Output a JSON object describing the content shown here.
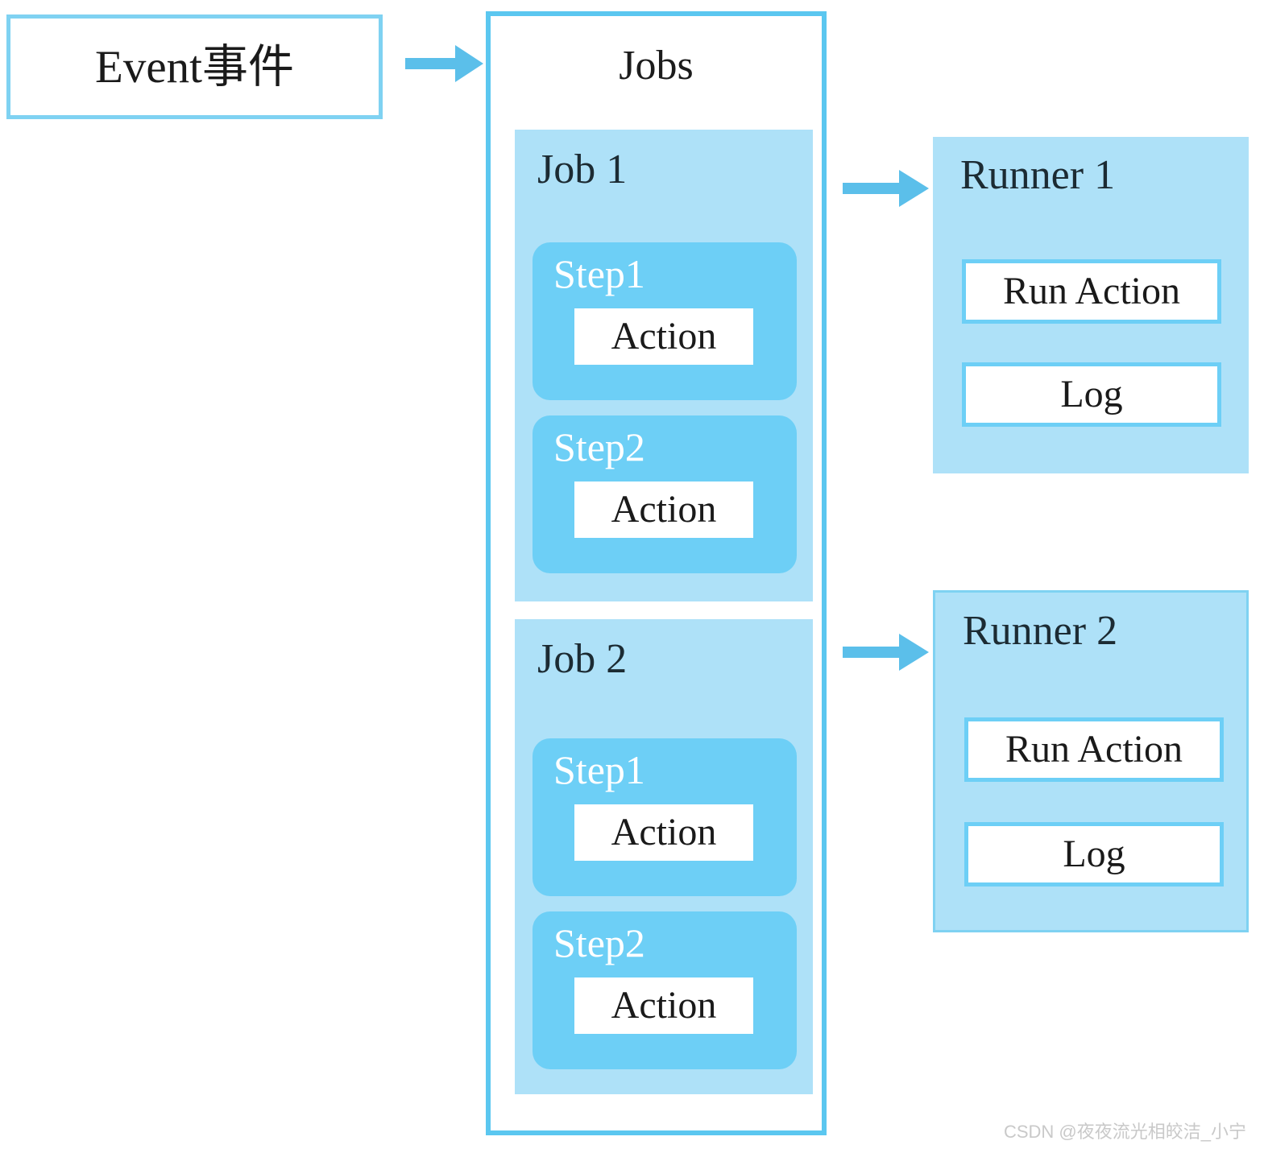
{
  "diagram": {
    "title": "GitHub Actions workflow: Event triggers Jobs which dispatch to Runners",
    "colors": {
      "outline_blue": "#7FD2F2",
      "jobs_border_blue": "#5BC7F0",
      "job_fill_light_blue": "#AEE1F8",
      "step_fill_blue": "#6DCFF6",
      "arrow_blue": "#5BBFEA",
      "white": "#FFFFFF",
      "text_dark": "#1A1A1A",
      "watermark_gray": "#C9C9C9"
    }
  },
  "event": {
    "label": "Event事件"
  },
  "arrows": [
    {
      "name": "event-to-jobs",
      "icon": "arrow-right-icon"
    },
    {
      "name": "job1-to-runner1",
      "icon": "arrow-right-icon"
    },
    {
      "name": "job2-to-runner2",
      "icon": "arrow-right-icon"
    }
  ],
  "jobs": {
    "title": "Jobs",
    "items": [
      {
        "title": "Job 1",
        "steps": [
          {
            "title": "Step1",
            "action": "Action"
          },
          {
            "title": "Step2",
            "action": "Action"
          }
        ]
      },
      {
        "title": "Job 2",
        "steps": [
          {
            "title": "Step1",
            "action": "Action"
          },
          {
            "title": "Step2",
            "action": "Action"
          }
        ]
      }
    ]
  },
  "runners": [
    {
      "title": "Runner 1",
      "items": [
        {
          "label": "Run Action"
        },
        {
          "label": "Log"
        }
      ]
    },
    {
      "title": "Runner 2",
      "items": [
        {
          "label": "Run Action"
        },
        {
          "label": "Log"
        }
      ]
    }
  ],
  "watermark": {
    "text": "CSDN @夜夜流光相皎洁_小宁"
  }
}
